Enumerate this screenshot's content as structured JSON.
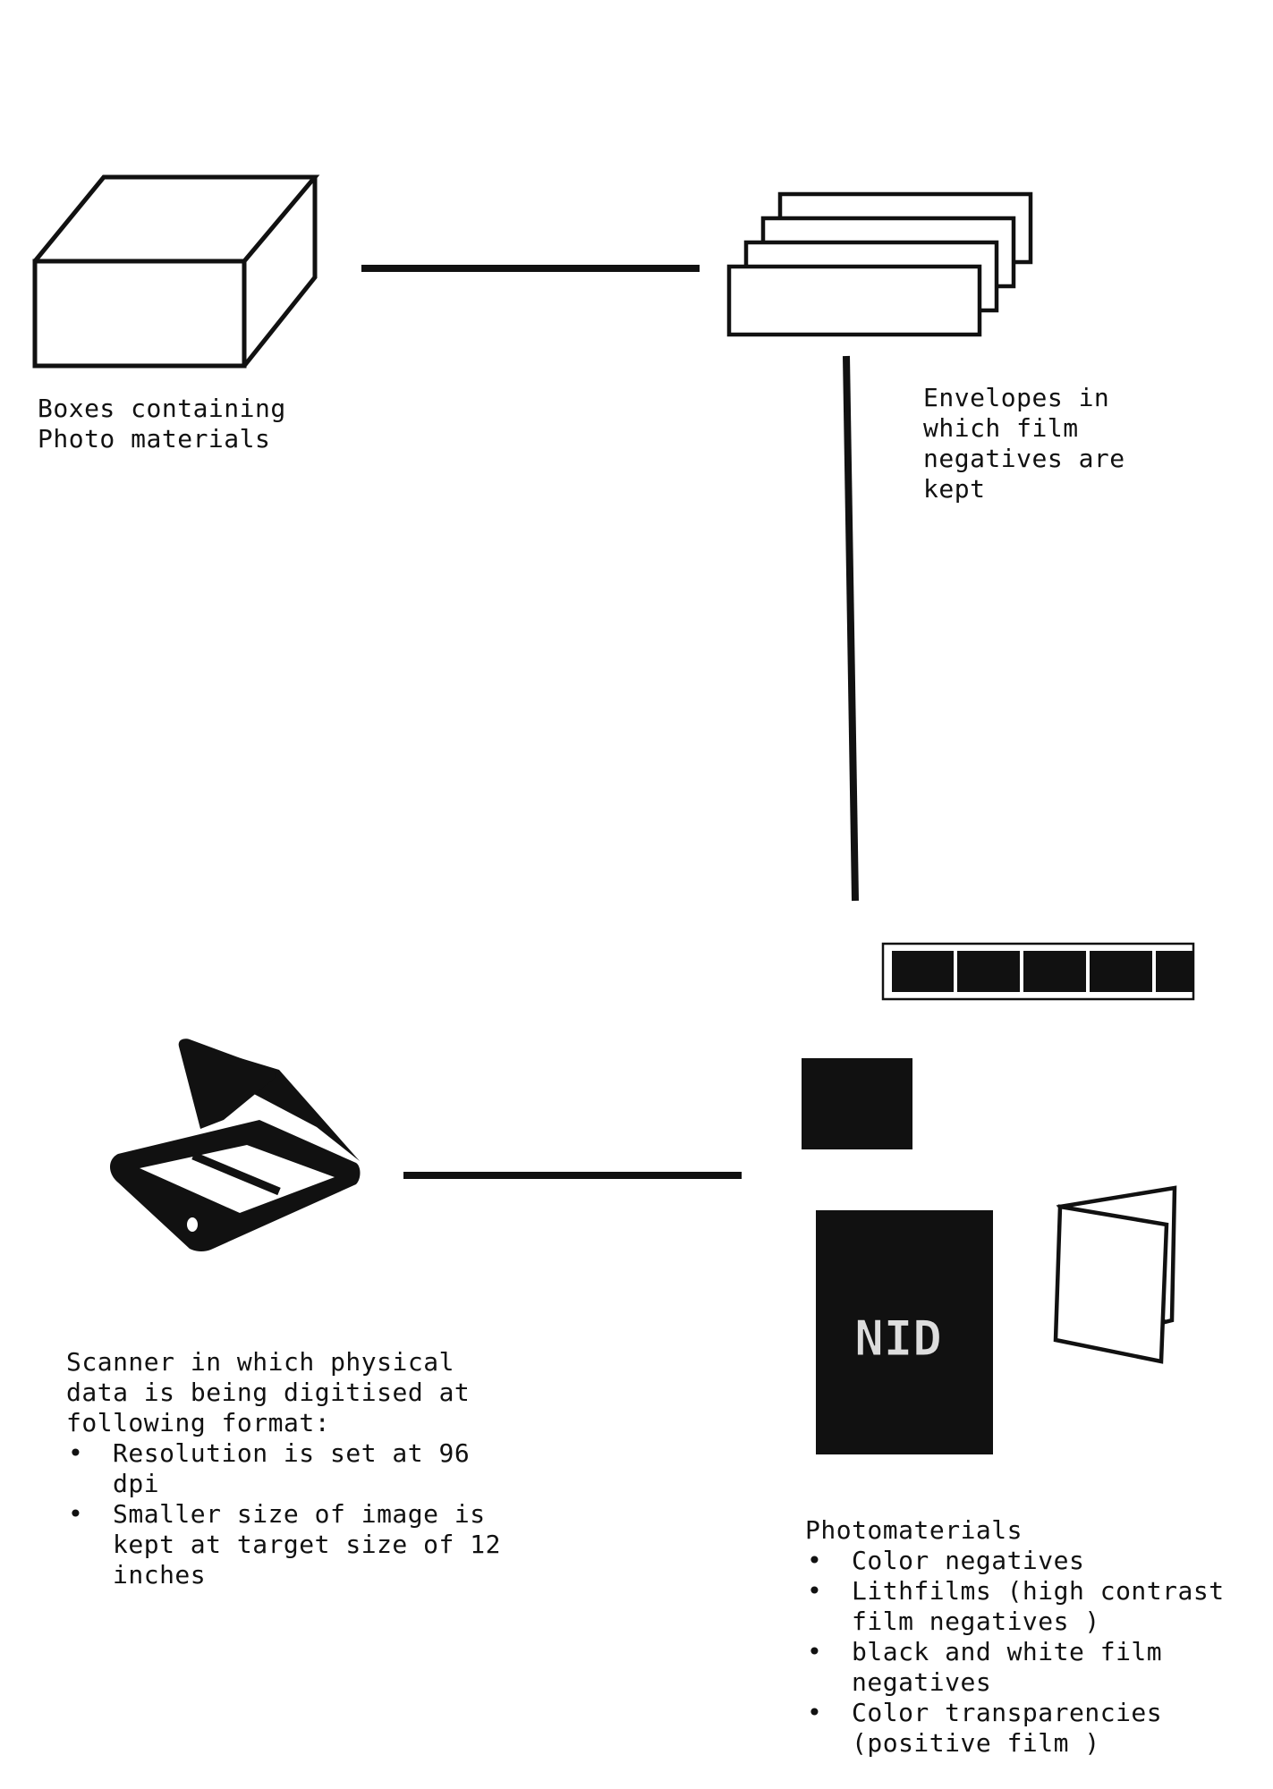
{
  "boxes": {
    "label_lines": [
      "Boxes containing",
      "Photo materials"
    ]
  },
  "envelopes": {
    "label_lines": [
      "Envelopes in",
      "which film",
      "negatives are",
      "kept"
    ]
  },
  "scanner": {
    "intro_lines": [
      "Scanner in which physical",
      "data is being digitised at",
      "following format:"
    ],
    "bullets": [
      "Resolution is set at 96 dpi",
      "Smaller size of image is kept at target size of 12 inches"
    ]
  },
  "photomaterials": {
    "title": "Photomaterials",
    "bullets": [
      "Color negatives",
      "Lithfilms (high contrast film negatives )",
      "black and white film negatives",
      "Color transparencies (positive film )"
    ],
    "book_label": "NID"
  },
  "colors": {
    "ink": "#111111",
    "background": "#ffffff",
    "book_text": "#dddddd"
  },
  "icons": [
    "box-icon",
    "envelopes-icon",
    "scanner-icon",
    "film-strip-icon",
    "square-icon",
    "book-icon",
    "folded-card-icon"
  ]
}
